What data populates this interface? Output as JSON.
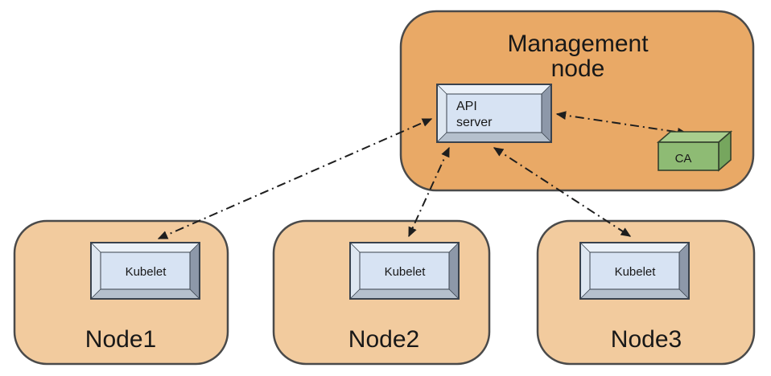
{
  "diagram": {
    "management": {
      "label_line1": "Management",
      "label_line2": "node",
      "api_server": {
        "line1": "API",
        "line2": "server"
      },
      "ca_label": "CA"
    },
    "nodes": [
      {
        "label": "Node1",
        "component": "Kubelet"
      },
      {
        "label": "Node2",
        "component": "Kubelet"
      },
      {
        "label": "Node3",
        "component": "Kubelet"
      }
    ],
    "connections": [
      {
        "from": "Node1 Kubelet",
        "to": "API server",
        "style": "dash-dot",
        "bidirectional": true
      },
      {
        "from": "Node2 Kubelet",
        "to": "API server",
        "style": "dash-dot",
        "bidirectional": true
      },
      {
        "from": "Node3 Kubelet",
        "to": "API server",
        "style": "dash-dot",
        "bidirectional": true
      },
      {
        "from": "API server",
        "to": "CA",
        "style": "dash-dot",
        "bidirectional": true
      }
    ],
    "colors": {
      "management_fill": "#E9A966",
      "node_fill": "#F2CB9E",
      "outline": "#4A4A4A",
      "box_face": "#D7E3F3",
      "bevel_light": "#EBF1F8",
      "bevel_left": "#DEE7F1",
      "bevel_right": "#8D98A9",
      "bevel_bottom": "#B5C0CD",
      "box_outline": "#39424D",
      "ca_front": "#8EBB74",
      "ca_top": "#A9CE8E",
      "ca_side": "#76A65E",
      "ca_outline": "#33402C",
      "arrow": "#1E1E1E"
    }
  }
}
